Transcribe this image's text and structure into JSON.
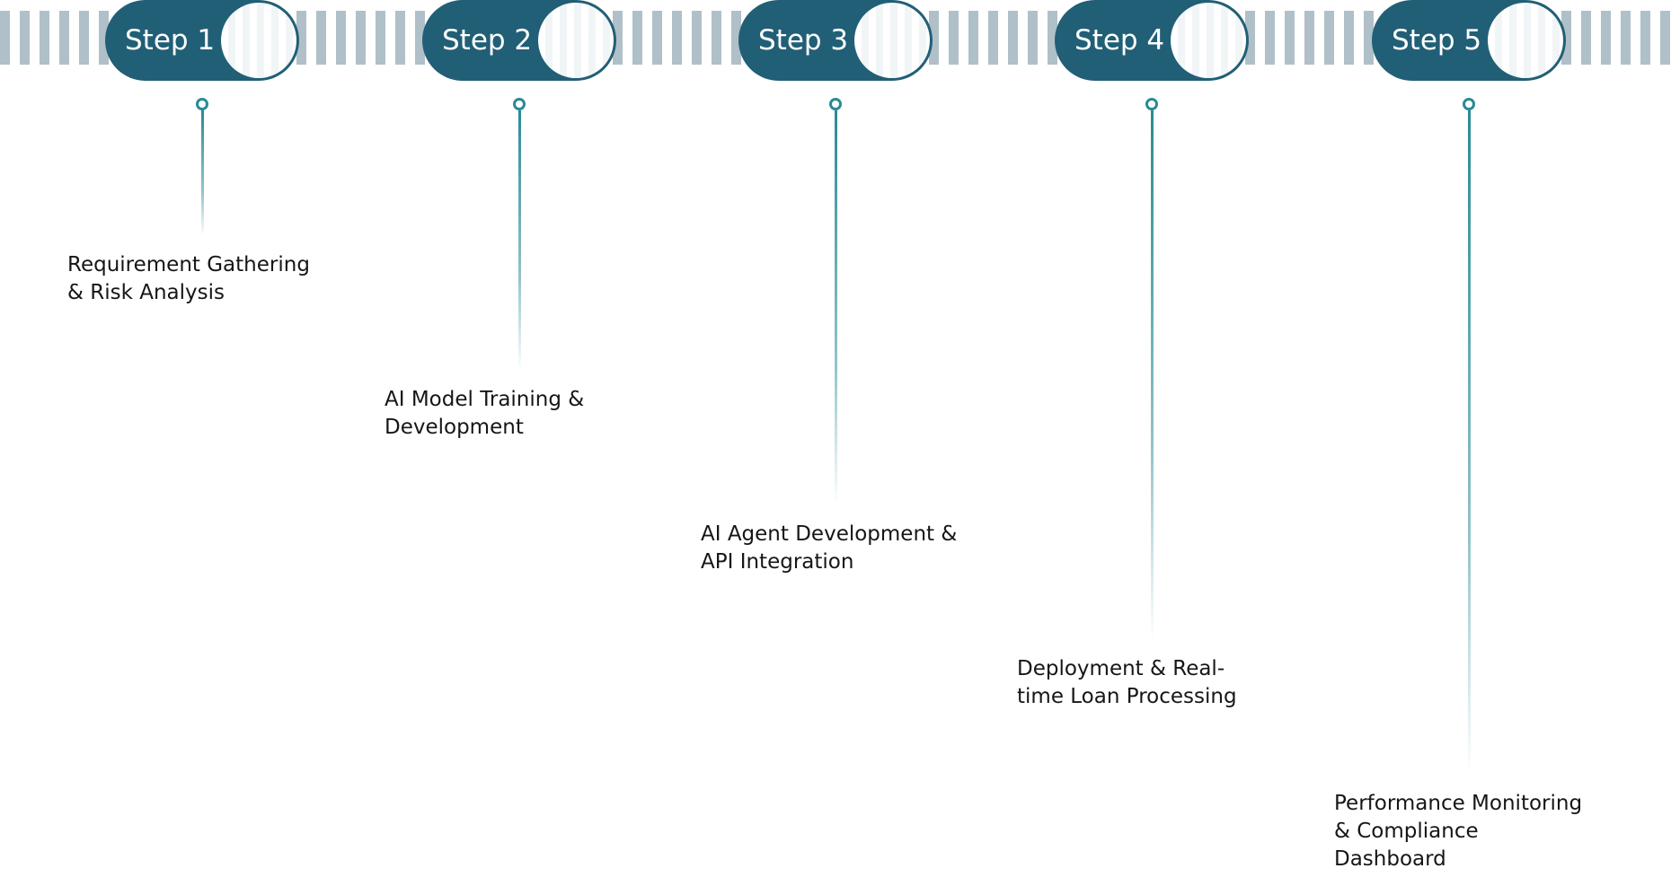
{
  "colors": {
    "pill": "#215f76",
    "connector": "#2a8a95",
    "stripe": "#b0c0c8",
    "text": "#161616"
  },
  "steps": [
    {
      "pill": "Step 1",
      "line1": "Requirement Gathering",
      "line2": "& Risk Analysis",
      "line3": ""
    },
    {
      "pill": "Step 2",
      "line1": "AI Model Training &",
      "line2": "Development",
      "line3": ""
    },
    {
      "pill": "Step 3",
      "line1": "AI Agent Development &",
      "line2": "API Integration",
      "line3": ""
    },
    {
      "pill": "Step 4",
      "line1": "Deployment & Real-",
      "line2": "time Loan Processing",
      "line3": ""
    },
    {
      "pill": "Step 5",
      "line1": "Performance Monitoring",
      "line2": "& Compliance",
      "line3": "Dashboard"
    }
  ]
}
